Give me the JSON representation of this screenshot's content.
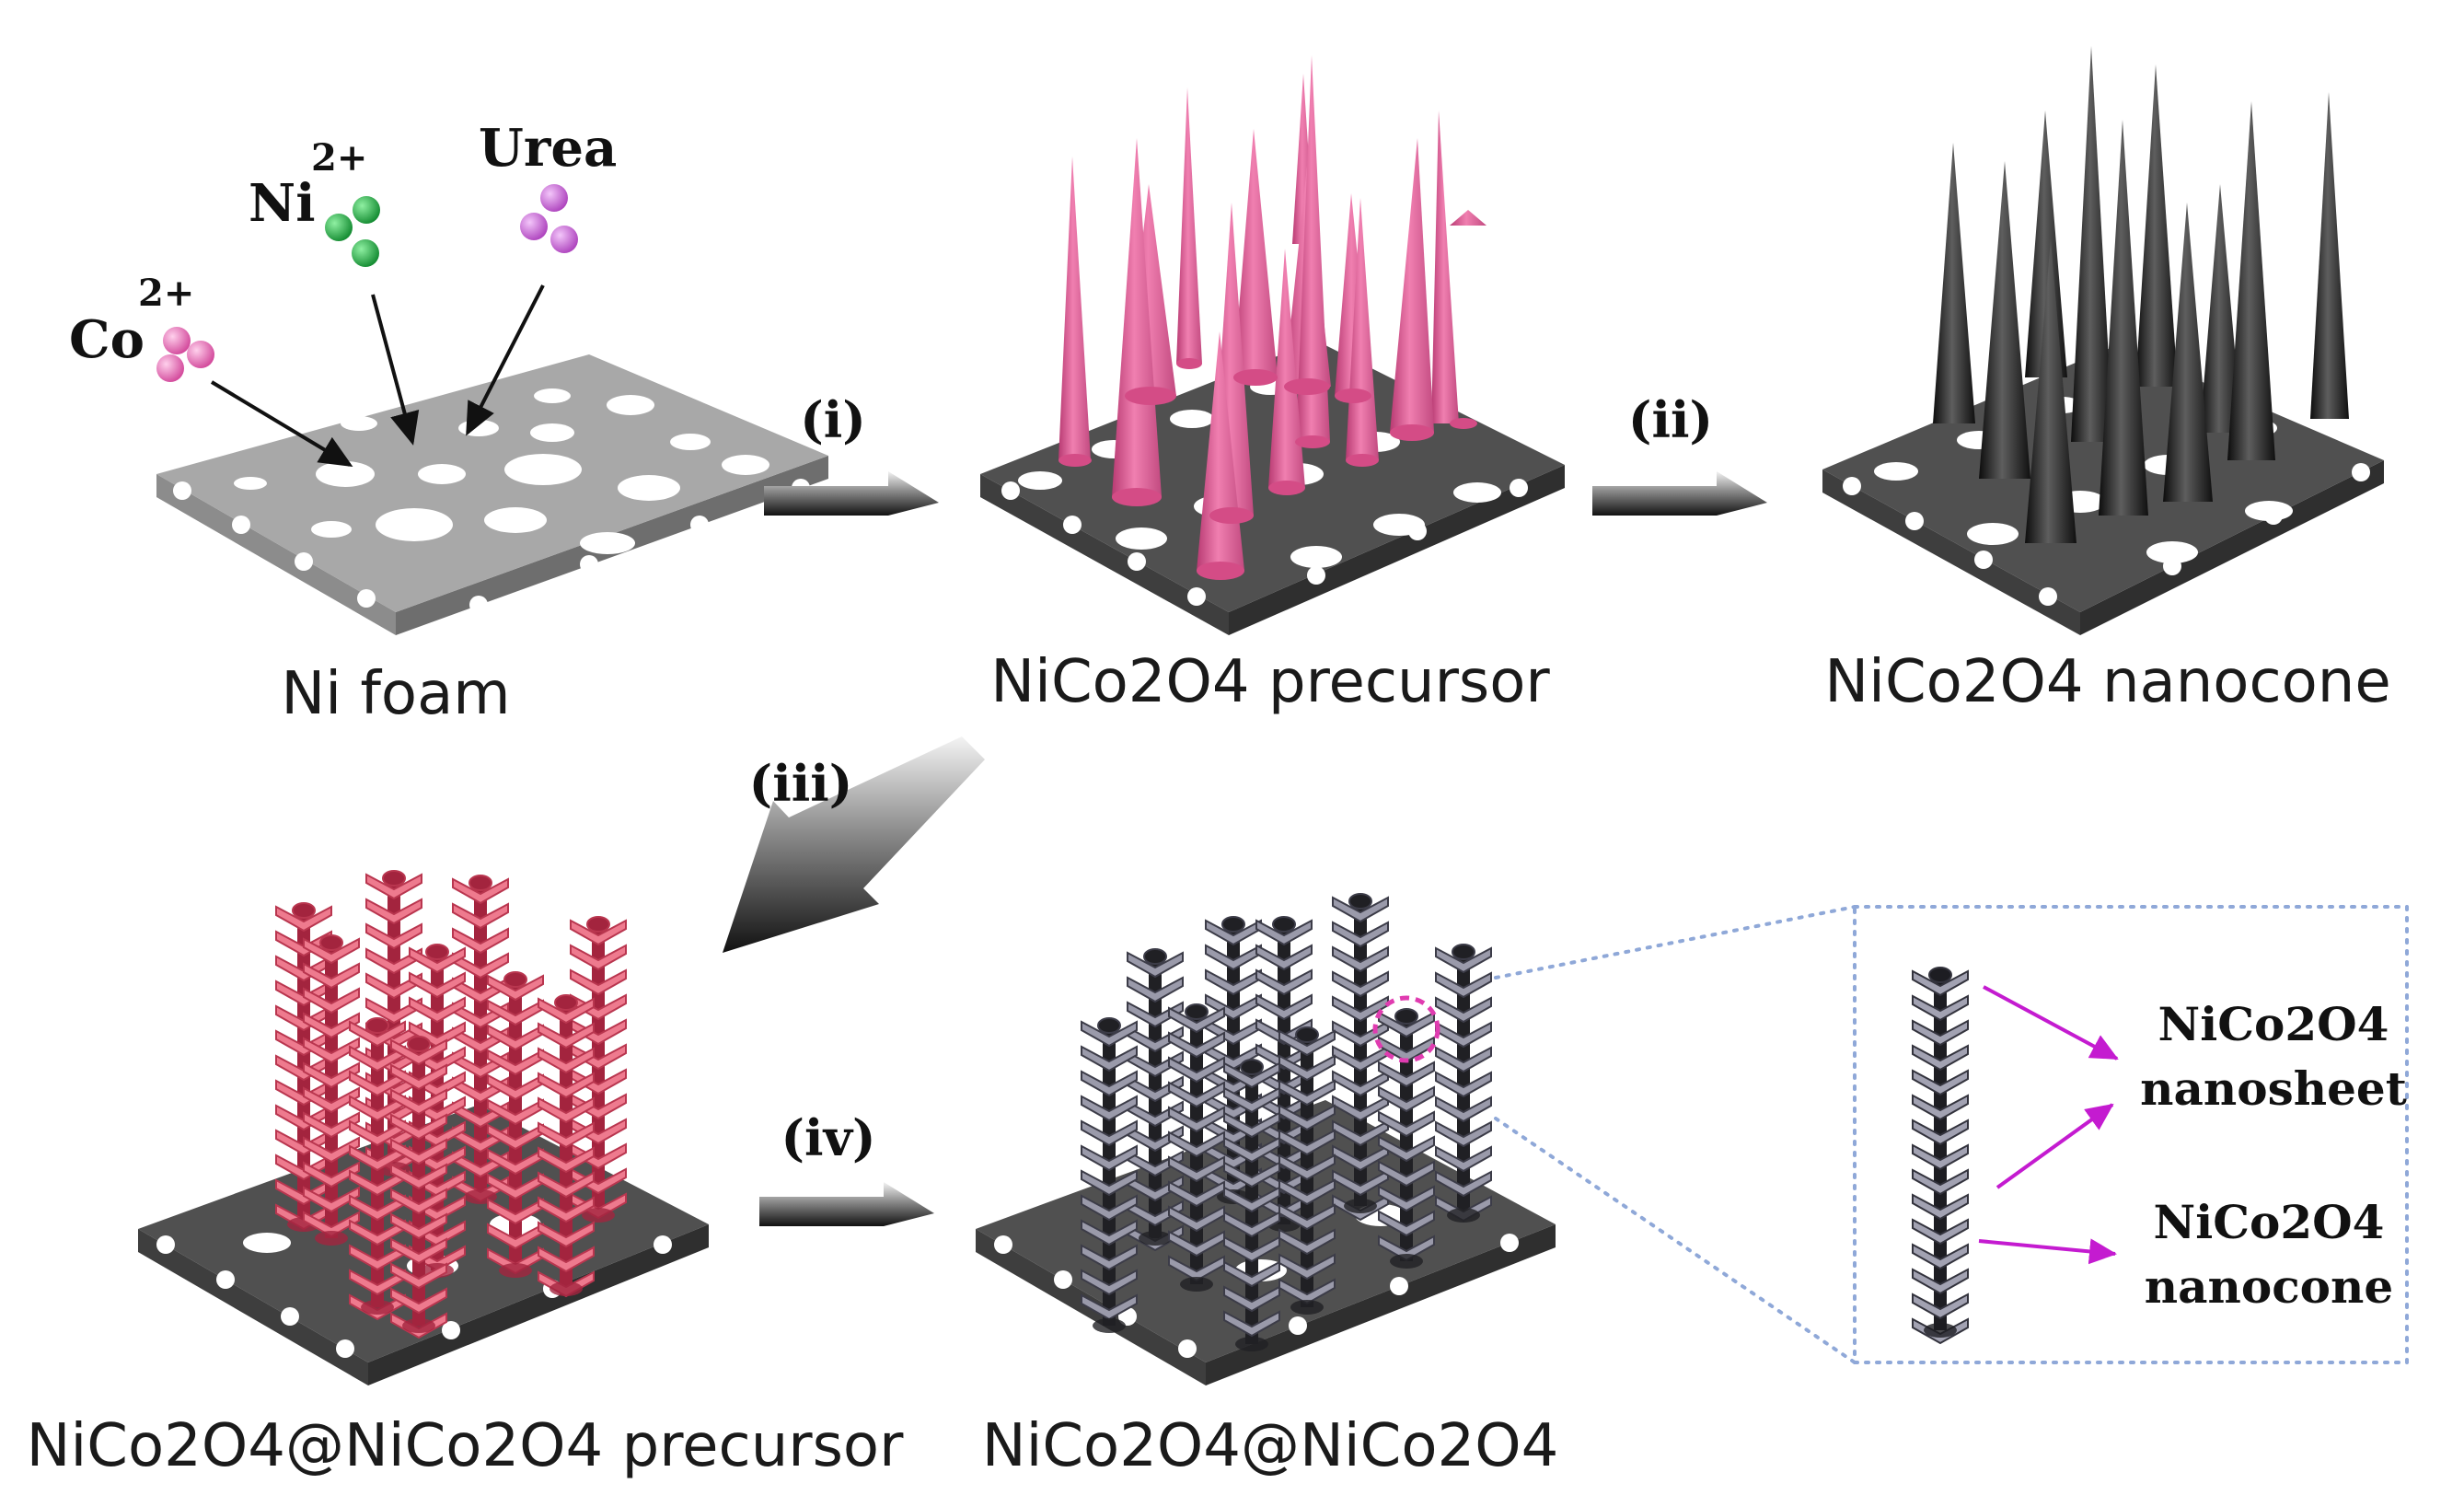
{
  "reagents": {
    "co": {
      "symbol": "Co",
      "charge": "2+"
    },
    "ni": {
      "symbol": "Ni",
      "charge": "2+"
    },
    "urea": "Urea"
  },
  "steps": {
    "i": "(i)",
    "ii": "(ii)",
    "iii": "(iii)",
    "iv": "(iv)"
  },
  "captions": {
    "ni_foam": "Ni foam",
    "precursor": "NiCo2O4 precursor",
    "nanocone": "NiCo2O4 nanocone",
    "core_shell_precursor": "NiCo2O4@NiCo2O4 precursor",
    "core_shell": "NiCo2O4@NiCo2O4"
  },
  "callouts": {
    "nanosheet_l1": "NiCo2O4",
    "nanosheet_l2": "nanosheet",
    "nanocone_l1": "NiCo2O4",
    "nanocone_l2": "nanocone"
  },
  "colors": {
    "foam_light": "#a8a8a8",
    "foam_dark": "#505050",
    "cone_pink": "#e05a92",
    "cone_black": "#1c1c1c",
    "shell_red": "#e2546a",
    "shell_gray": "#7a7a88",
    "ion_green": "#19a23a",
    "ion_pink": "#e861b0",
    "ion_violet": "#c557d0",
    "arrow_magenta": "#c41bd0",
    "dash_blue": "#8fa8d8"
  }
}
